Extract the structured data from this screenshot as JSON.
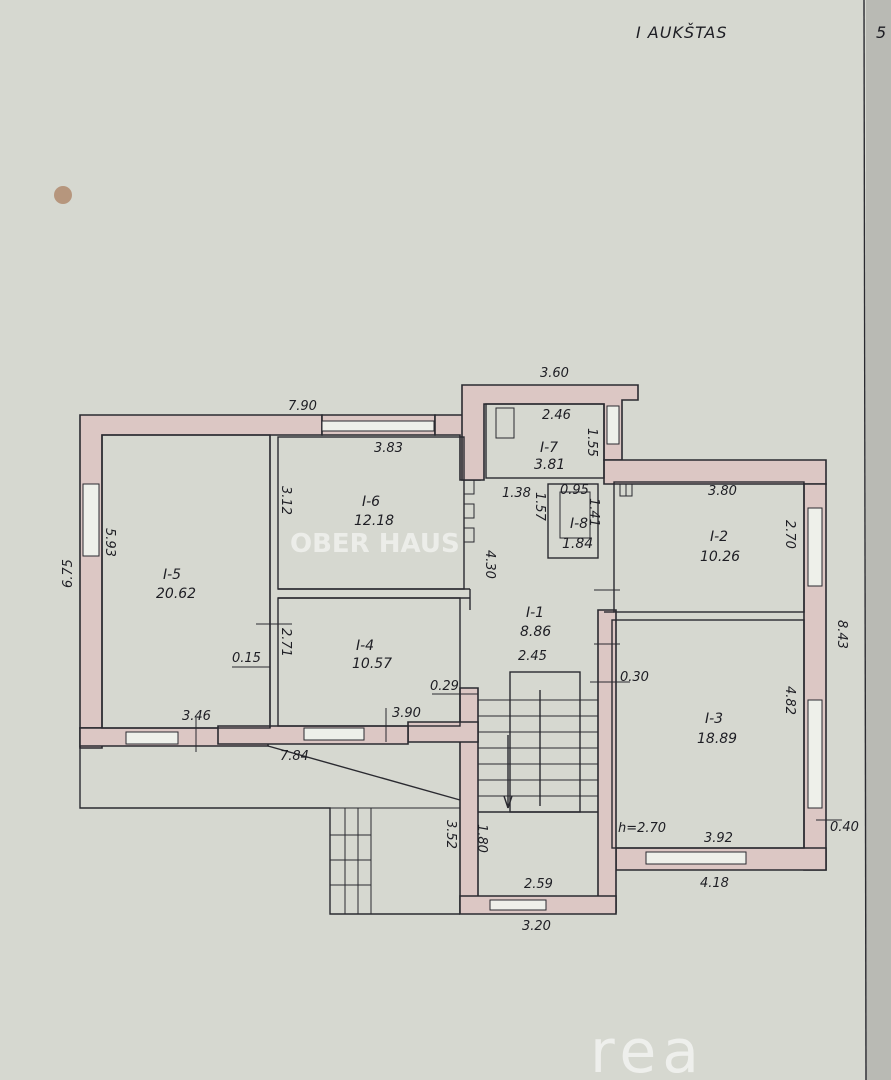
{
  "sheet": {
    "title": "I AUKŠTAS",
    "corner_mark": "5",
    "watermark": "OBER HAUS",
    "logo": "rea"
  },
  "rooms": [
    {
      "id": "I-1",
      "area": "8.86"
    },
    {
      "id": "I-2",
      "area": "10.26"
    },
    {
      "id": "I-3",
      "area": "18.89"
    },
    {
      "id": "I-4",
      "area": "10.57"
    },
    {
      "id": "I-5",
      "area": "20.62"
    },
    {
      "id": "I-6",
      "area": "12.18"
    },
    {
      "id": "I-7",
      "area": "3.81"
    },
    {
      "id": "I-8",
      "area": "1.84"
    }
  ],
  "dimensions": {
    "top_overall": "7.90",
    "top_right": "3.60",
    "left_overall": "6.75",
    "right_overall": "8.43",
    "bottom_left": "7.84",
    "bottom_stair": "3.20",
    "r5_height": "5.93",
    "r5_width": "3.46",
    "wall_015": "0.15",
    "r6_width": "3.83",
    "r6_height": "3.12",
    "r4_height": "2.71",
    "r4_width": "3.90",
    "r7_width": "2.46",
    "r7_height": "1.55",
    "r8_a": "1.38",
    "r8_b": "0.95",
    "r8_c": "1.57",
    "r8_d": "1.41",
    "hall_height": "4.30",
    "hall_width": "2.45",
    "wall_029": "0.29",
    "r2_width": "3.80",
    "r2_height": "2.70",
    "wall_030": "0.30",
    "r3_height": "4.82",
    "r3_width": "3.92",
    "ceiling": "h=2.70",
    "wall_040": "0.40",
    "r3_outer": "4.18",
    "stair_height": "3.52",
    "stair_inner": "1.80",
    "stair_width": "2.59"
  }
}
